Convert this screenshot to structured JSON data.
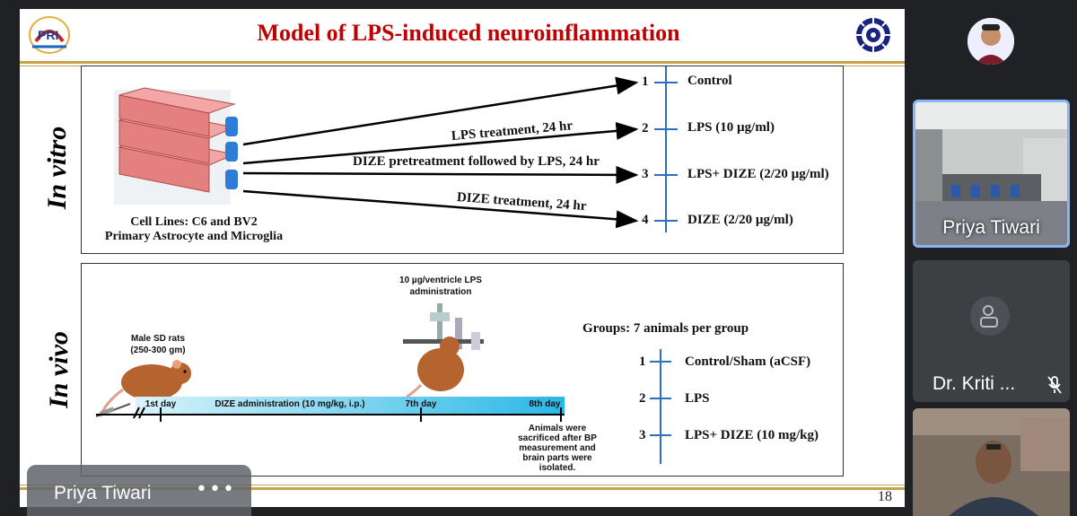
{
  "slide": {
    "title": "Model of LPS-induced neuroinflammation",
    "page_number": "18",
    "in_vitro": {
      "side_label": "In vitro",
      "cell_caption_1": "Cell Lines: C6 and BV2",
      "cell_caption_2": "Primary Astrocyte and Microglia",
      "arrows": [
        {
          "label": "",
          "num": "1",
          "group": "Control"
        },
        {
          "label": "LPS treatment, 24 hr",
          "num": "2",
          "group": "LPS (10 µg/ml)"
        },
        {
          "label": "DIZE pretreatment followed by LPS, 24 hr",
          "num": "3",
          "group": "LPS+ DIZE (2/20 µg/ml)"
        },
        {
          "label": "DIZE treatment, 24 hr",
          "num": "4",
          "group": "DIZE (2/20 µg/ml)"
        }
      ]
    },
    "in_vivo": {
      "side_label": "In vivo",
      "rat_label_1": "Male SD rats",
      "rat_label_2": "(250-300 gm)",
      "lps_label_1": "10 µg/ventricle LPS",
      "lps_label_2": "administration",
      "timeline": {
        "day1": "1st day",
        "dize": "DIZE administration (10 mg/kg, i.p.)",
        "day7": "7th day",
        "day8": "8th day"
      },
      "sacrifice_note": [
        "Animals were",
        "sacrificed after BP",
        "measurement and",
        "brain parts were",
        "isolated."
      ],
      "groups_title": "Groups: 7 animals per group",
      "groups": [
        {
          "num": "1",
          "label": "Control/Sham (aCSF)"
        },
        {
          "num": "2",
          "label": "LPS"
        },
        {
          "num": "3",
          "label": "LPS+ DIZE (10 mg/kg)"
        }
      ]
    }
  },
  "participants": [
    {
      "name": "Priya Tiwari",
      "muted": false
    },
    {
      "name": "Dr. Kriti ...",
      "muted": true
    }
  ],
  "presenter": {
    "name": "Priya Tiwari",
    "more": "•••"
  },
  "colors": {
    "title": "#c00000",
    "accent_gold": "#c6a24a",
    "timeline": "#4fc3e8",
    "active_border": "#8ab4f8"
  }
}
